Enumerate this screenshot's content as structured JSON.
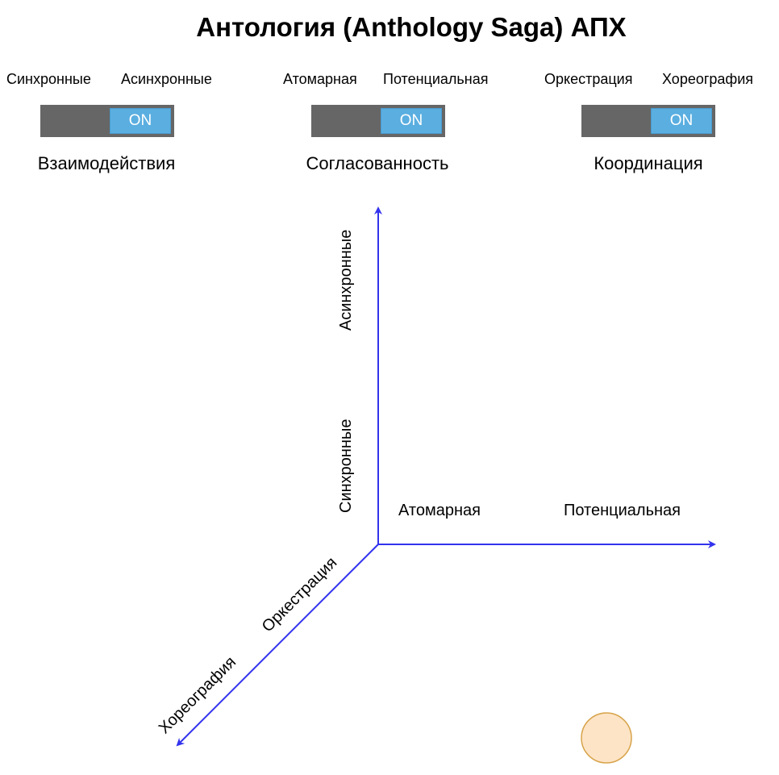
{
  "title": "Антология (Anthology Saga) АПХ",
  "colors": {
    "axis": "#3333ee",
    "toggle_track": "#666666",
    "toggle_knob": "#5aaee0",
    "circle_fill": "#fde4c6",
    "circle_stroke": "#d7a34a"
  },
  "toggles": [
    {
      "left_label": "Синхронные",
      "right_label": "Асинхронные",
      "state": "ON",
      "caption": "Взаимодействия"
    },
    {
      "left_label": "Атомарная",
      "right_label": "Потенциальная",
      "state": "ON",
      "caption": "Согласованность"
    },
    {
      "left_label": "Оркестрация",
      "right_label": "Хореография",
      "state": "ON",
      "caption": "Координация"
    }
  ],
  "axes": {
    "vertical": {
      "low": "Синхронные",
      "high": "Асинхронные"
    },
    "horizontal": {
      "low": "Атомарная",
      "high": "Потенциальная"
    },
    "diagonal": {
      "low": "Оркестрация",
      "high": "Хореография"
    }
  }
}
